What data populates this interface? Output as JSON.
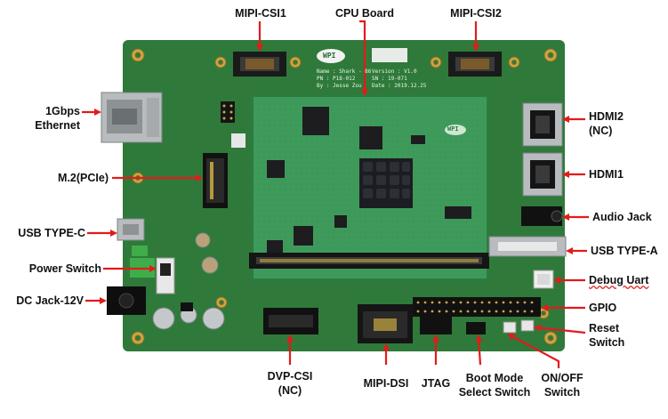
{
  "labels": {
    "mipi_csi1": "MIPI-CSI1",
    "cpu_board": "CPU Board",
    "mipi_csi2": "MIPI-CSI2",
    "ethernet_1": "1Gbps",
    "ethernet_2": "Ethernet",
    "hdmi2_1": "HDMI2",
    "hdmi2_2": "(NC)",
    "m2": "M.2(PCIe)",
    "hdmi1": "HDMI1",
    "audio_jack": "Audio Jack",
    "usb_type_c": "USB TYPE-C",
    "usb_type_a": "USB TYPE-A",
    "power_switch": "Power Switch",
    "debug_uart": "Debug Uart",
    "dc_jack": "DC Jack-12V",
    "gpio": "GPIO",
    "reset_1": "Reset",
    "reset_2": "Switch",
    "dvp_csi_1": "DVP-CSI",
    "dvp_csi_2": "(NC)",
    "mipi_dsi": "MIPI-DSI",
    "jtag": "JTAG",
    "boot_mode_1": "Boot Mode",
    "boot_mode_2": "Select Switch",
    "onoff_1": "ON/OFF",
    "onoff_2": "Switch"
  },
  "silkscreen": {
    "name": "Name : Shark - 86",
    "version": "Version : V1.0",
    "pn": "PN : P18-012",
    "sn": "SN : 19-071",
    "by": "By : Jesse Zou",
    "date": "Date : 2019.12.25",
    "logo": "WPI"
  },
  "colors": {
    "board": "#2f7a3a",
    "board_dark": "#235f2c",
    "cpu_board": "#3e9a5a",
    "arrow": "#e21b1b",
    "label_text": "#111111"
  }
}
